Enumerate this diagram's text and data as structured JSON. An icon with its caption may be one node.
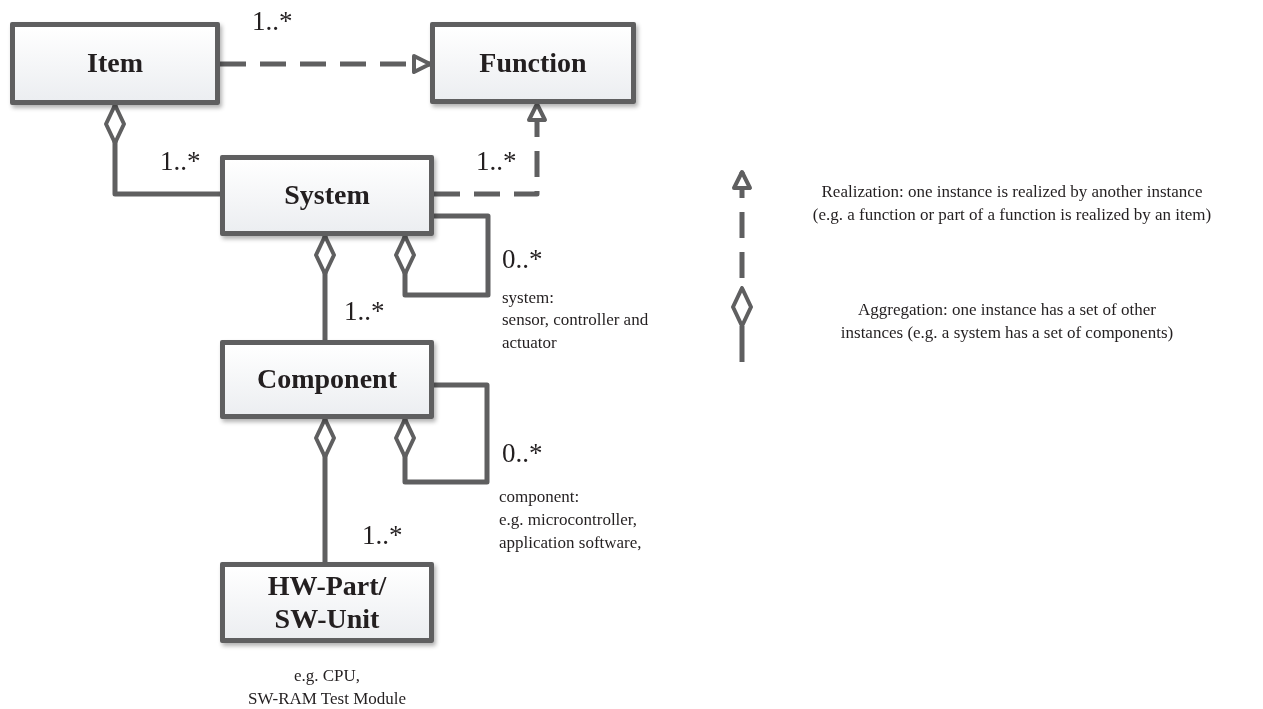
{
  "diagram": {
    "nodes": [
      {
        "text": [
          "Item"
        ]
      },
      {
        "text": [
          "Function"
        ]
      },
      {
        "text": [
          "System"
        ]
      },
      {
        "text": [
          "Component"
        ]
      },
      {
        "text": [
          "HW-Part/ SW-Unit"
        ],
        "beside": [
          "e.g. CPU,",
          "SW-RAM Test Module"
        ]
      }
    ],
    "edges": [
      {
        "from": 0,
        "to": 1,
        "arrow": "to",
        "style": "dashed",
        "label": "1..*"
      },
      {
        "from": 2,
        "to": 1,
        "arrow": "to",
        "style": "dashed",
        "label": "1..*"
      },
      {
        "from": 0,
        "to": 2,
        "arrow": "other",
        "label": "1..*"
      },
      {
        "from": 2,
        "to": 3,
        "arrow": "other",
        "label": "1..*"
      },
      {
        "from": 2,
        "to": 2,
        "arrow": "other",
        "label": "0..*"
      },
      {
        "from": 3,
        "to": 4,
        "arrow": "other",
        "label": "1..*"
      },
      {
        "from": 3,
        "to": 3,
        "arrow": "other",
        "label": "0..*"
      }
    ],
    "labels": [
      "system:",
      "sensor, controller and actuator",
      "component:",
      "e.g. microcontroller, application software,"
    ],
    "legend": [
      {
        "text": "Realization: one instance is realized by another instance (e.g. a function or part of a function is realized by an item)"
      },
      {
        "text": "Aggregation: one instance has a set of other instances (e.g. a system has a set of components)"
      }
    ]
  }
}
